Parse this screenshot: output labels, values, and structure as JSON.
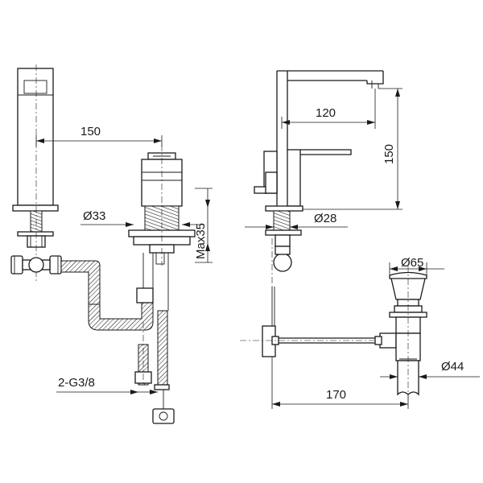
{
  "dimensions": {
    "left_spout_reach": "150",
    "body_diameter": "Ø33",
    "max_deck_thickness": "Max35",
    "connection_thread": "2-G3/8",
    "right_spout_reach": "120",
    "spout_height": "150",
    "base_diameter": "Ø28",
    "waste_top_diameter": "Ø65",
    "waste_tail_diameter": "Ø44",
    "popup_rod_length": "170"
  }
}
